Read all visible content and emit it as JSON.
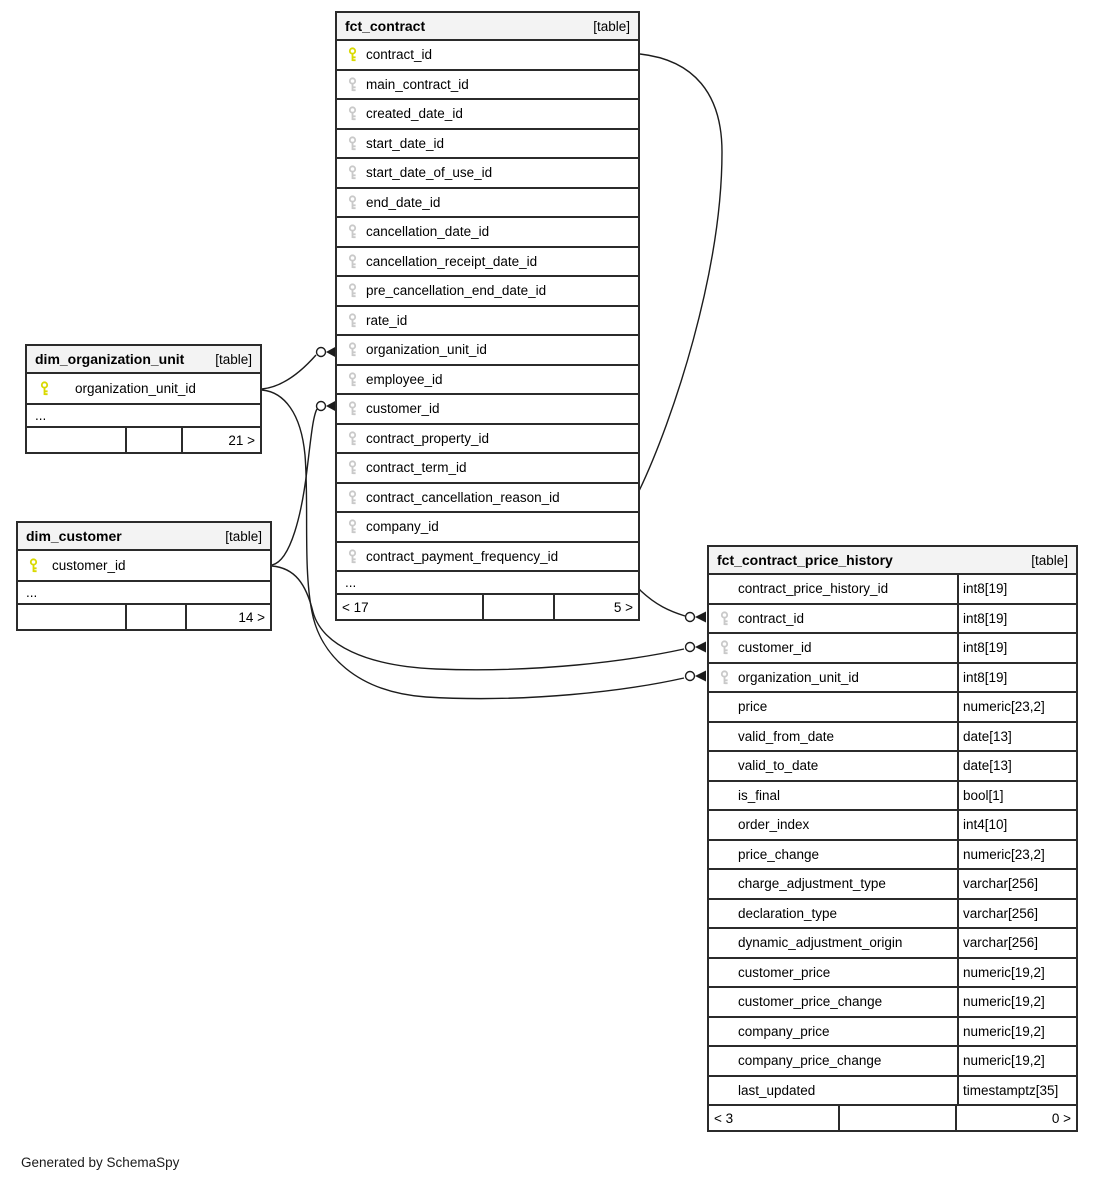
{
  "diagram": {
    "credits": "Generated by SchemaSpy"
  },
  "colors": {
    "primary_key": "#d9d900",
    "foreign_key": "#c9c9c9",
    "border": "#2b2b2b",
    "header_bg": "#f3f3f3",
    "edge": "#1c1c1c"
  },
  "tables": [
    {
      "id": "fct_contract",
      "name": "fct_contract",
      "type_label": "[table]",
      "ellipsis": "...",
      "degrees": {
        "left": "< 17",
        "right": "5 >"
      },
      "columns": [
        {
          "name": "contract_id",
          "key": "pk"
        },
        {
          "name": "main_contract_id",
          "key": "fk"
        },
        {
          "name": "created_date_id",
          "key": "fk"
        },
        {
          "name": "start_date_id",
          "key": "fk"
        },
        {
          "name": "start_date_of_use_id",
          "key": "fk"
        },
        {
          "name": "end_date_id",
          "key": "fk"
        },
        {
          "name": "cancellation_date_id",
          "key": "fk"
        },
        {
          "name": "cancellation_receipt_date_id",
          "key": "fk"
        },
        {
          "name": "pre_cancellation_end_date_id",
          "key": "fk"
        },
        {
          "name": "rate_id",
          "key": "fk"
        },
        {
          "name": "organization_unit_id",
          "key": "fk"
        },
        {
          "name": "employee_id",
          "key": "fk"
        },
        {
          "name": "customer_id",
          "key": "fk"
        },
        {
          "name": "contract_property_id",
          "key": "fk"
        },
        {
          "name": "contract_term_id",
          "key": "fk"
        },
        {
          "name": "contract_cancellation_reason_id",
          "key": "fk"
        },
        {
          "name": "company_id",
          "key": "fk"
        },
        {
          "name": "contract_payment_frequency_id",
          "key": "fk"
        }
      ]
    },
    {
      "id": "dim_organization_unit",
      "name": "dim_organization_unit",
      "type_label": "[table]",
      "ellipsis": "...",
      "degrees": {
        "left": "",
        "right": "21 >"
      },
      "columns": [
        {
          "name": "organization_unit_id",
          "key": "pk"
        }
      ]
    },
    {
      "id": "dim_customer",
      "name": "dim_customer",
      "type_label": "[table]",
      "ellipsis": "...",
      "degrees": {
        "left": "",
        "right": "14 >"
      },
      "columns": [
        {
          "name": "customer_id",
          "key": "pk"
        }
      ]
    },
    {
      "id": "fct_contract_price_history",
      "name": "fct_contract_price_history",
      "type_label": "[table]",
      "degrees": {
        "left": "< 3",
        "right": "0 >"
      },
      "columns": [
        {
          "name": "contract_price_history_id",
          "key": "",
          "type": "int8[19]"
        },
        {
          "name": "contract_id",
          "key": "fk",
          "type": "int8[19]"
        },
        {
          "name": "customer_id",
          "key": "fk",
          "type": "int8[19]"
        },
        {
          "name": "organization_unit_id",
          "key": "fk",
          "type": "int8[19]"
        },
        {
          "name": "price",
          "key": "",
          "type": "numeric[23,2]"
        },
        {
          "name": "valid_from_date",
          "key": "",
          "type": "date[13]"
        },
        {
          "name": "valid_to_date",
          "key": "",
          "type": "date[13]"
        },
        {
          "name": "is_final",
          "key": "",
          "type": "bool[1]"
        },
        {
          "name": "order_index",
          "key": "",
          "type": "int4[10]"
        },
        {
          "name": "price_change",
          "key": "",
          "type": "numeric[23,2]"
        },
        {
          "name": "charge_adjustment_type",
          "key": "",
          "type": "varchar[256]"
        },
        {
          "name": "declaration_type",
          "key": "",
          "type": "varchar[256]"
        },
        {
          "name": "dynamic_adjustment_origin",
          "key": "",
          "type": "varchar[256]"
        },
        {
          "name": "customer_price",
          "key": "",
          "type": "numeric[19,2]"
        },
        {
          "name": "customer_price_change",
          "key": "",
          "type": "numeric[19,2]"
        },
        {
          "name": "company_price",
          "key": "",
          "type": "numeric[19,2]"
        },
        {
          "name": "company_price_change",
          "key": "",
          "type": "numeric[19,2]"
        },
        {
          "name": "last_updated",
          "key": "",
          "type": "timestamptz[35]"
        }
      ]
    }
  ],
  "relationships": [
    {
      "from": "dim_organization_unit.organization_unit_id",
      "to": "fct_contract.organization_unit_id"
    },
    {
      "from": "dim_organization_unit.organization_unit_id",
      "to": "fct_contract_price_history.organization_unit_id"
    },
    {
      "from": "dim_customer.customer_id",
      "to": "fct_contract.customer_id"
    },
    {
      "from": "dim_customer.customer_id",
      "to": "fct_contract_price_history.customer_id"
    },
    {
      "from": "fct_contract.contract_id",
      "to": "fct_contract_price_history.contract_id"
    }
  ]
}
